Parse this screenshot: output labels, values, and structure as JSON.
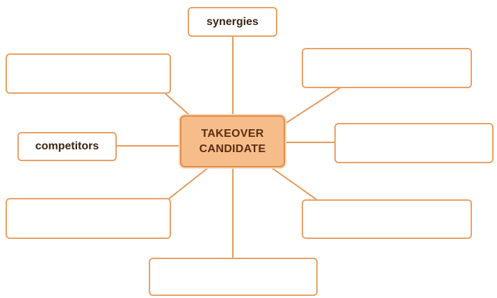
{
  "diagram": {
    "center": {
      "line1": "TAKEOVER",
      "line2": "CANDIDATE"
    },
    "boxes": [
      {
        "id": "top",
        "label": "synergies"
      },
      {
        "id": "upper-left",
        "label": ""
      },
      {
        "id": "upper-right",
        "label": ""
      },
      {
        "id": "left",
        "label": "competitors"
      },
      {
        "id": "right",
        "label": ""
      },
      {
        "id": "lower-left",
        "label": ""
      },
      {
        "id": "lower-right",
        "label": ""
      },
      {
        "id": "bottom",
        "label": ""
      }
    ]
  },
  "colors": {
    "center_fill": "#f6bd8a",
    "border": "#e9a063",
    "connector": "#e59a5c",
    "text": "#3b2412"
  }
}
